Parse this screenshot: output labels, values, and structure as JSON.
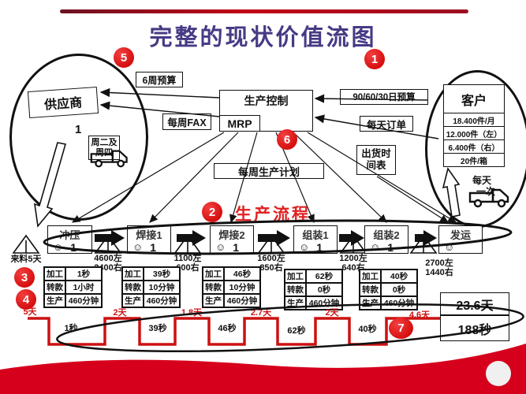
{
  "title": "完整的现状价值流图",
  "badges": {
    "n1": "1",
    "n2": "2",
    "n3": "3",
    "n4": "4",
    "n5": "5",
    "n6": "6",
    "n7": "7"
  },
  "icons": {
    "operator_smiley": "☺"
  },
  "info": {
    "supplier": "供应商",
    "six_week_forecast": "6周预算",
    "weekly_fax": "每周FAX",
    "production_control": "生产控制",
    "mrp": "MRP",
    "forecast_90_60_30": "90/60/30日预算",
    "daily_order": "每天订单",
    "ship_schedule": [
      "出货时",
      "间表"
    ],
    "weekly_plan": "每周生产计划",
    "supplier_delivery_count": "1",
    "supplier_delivery": [
      "周二及",
      "周四"
    ],
    "customer": "客户",
    "customer_rows": [
      "18.400件/月",
      "12.000件（左）",
      "6.400件（右）",
      "20件/箱"
    ],
    "customer_freq": [
      "每天",
      "一次"
    ]
  },
  "flow_section_label": "生产流程",
  "processes": [
    {
      "name": "冲压",
      "operators": "1"
    },
    {
      "name": "焊接1",
      "operators": "1"
    },
    {
      "name": "焊接2",
      "operators": "1"
    },
    {
      "name": "组装1",
      "operators": "1"
    },
    {
      "name": "组装2",
      "operators": "1"
    },
    {
      "name": "发运",
      "operators": ""
    }
  ],
  "inventories": [
    {
      "l1": "来料5天",
      "l2": ""
    },
    {
      "l1": "4600左",
      "l2": "2400右"
    },
    {
      "l1": "1100左",
      "l2": "600右"
    },
    {
      "l1": "1600左",
      "l2": "850右"
    },
    {
      "l1": "1200左",
      "l2": "640右"
    },
    {
      "l1": "2700左",
      "l2": "1440右"
    }
  ],
  "data_boxes": [
    {
      "rows": [
        [
          "加工",
          "1秒"
        ],
        [
          "转款",
          "1小时"
        ],
        [
          "生产",
          "460分钟"
        ]
      ]
    },
    {
      "rows": [
        [
          "加工",
          "39秒"
        ],
        [
          "转款",
          "10分钟"
        ],
        [
          "生产",
          "460分钟"
        ]
      ]
    },
    {
      "rows": [
        [
          "加工",
          "46秒"
        ],
        [
          "转款",
          "10分钟"
        ],
        [
          "生产",
          "460分钟"
        ]
      ]
    },
    {
      "rows": [
        [
          "加工",
          "62秒"
        ],
        [
          "转款",
          "0秒"
        ],
        [
          "生产",
          "460分钟"
        ]
      ]
    },
    {
      "rows": [
        [
          "加工",
          "40秒"
        ],
        [
          "转款",
          "0秒"
        ],
        [
          "生产",
          "460分钟"
        ]
      ]
    }
  ],
  "timeline": {
    "day_labels": [
      "5天",
      "2天",
      "1.8天",
      "2.7天",
      "2天",
      "4.6天"
    ],
    "sec_labels": [
      "1秒",
      "39秒",
      "46秒",
      "62秒",
      "40秒"
    ],
    "total_days": "23.6天",
    "total_seconds": "188秒"
  },
  "colors": {
    "accent_red": "#d6001c",
    "title_purple": "#473a85",
    "timeline_red": "#cc1111",
    "badge_red": "#d60f0f"
  }
}
